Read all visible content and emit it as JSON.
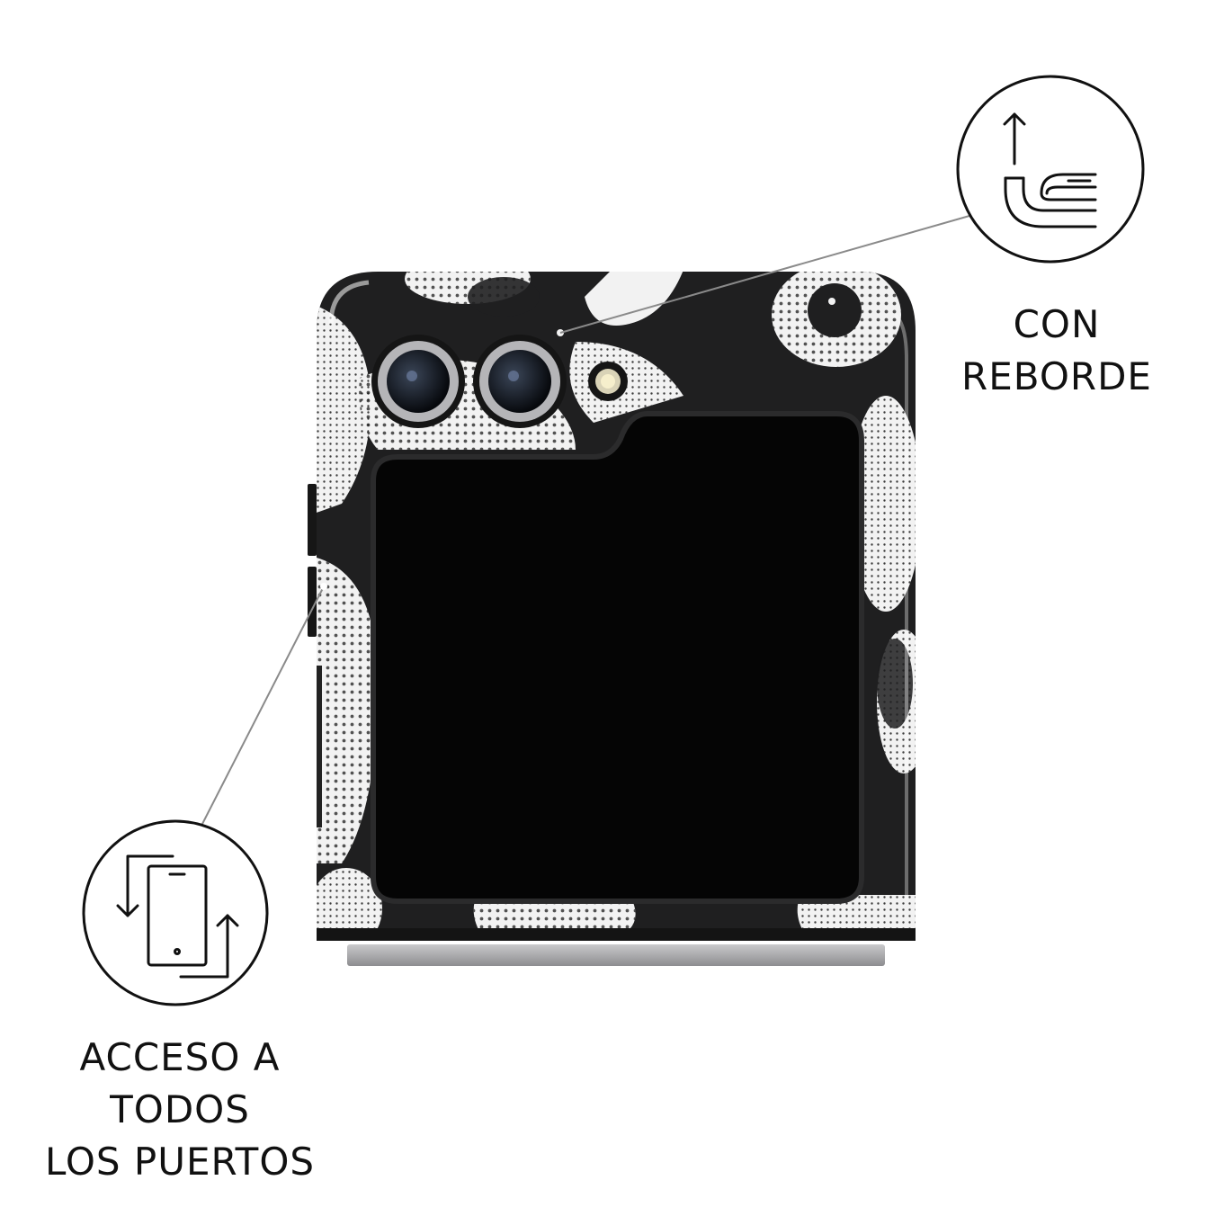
{
  "features": {
    "lip": {
      "icon": "raised-lip-icon",
      "lines": [
        "CON",
        "REBORDE"
      ]
    },
    "ports": {
      "icon": "phone-rotate-icon",
      "lines": [
        "ACCESO A",
        "TODOS",
        "LOS PUERTOS"
      ]
    }
  },
  "product": {
    "icon": "flip-phone-case",
    "pattern": "halftone-dots"
  },
  "colors": {
    "case": "#1f1f20",
    "pattern_light": "#f2f2f2",
    "screen": "#060606",
    "line": "#8a8a8a",
    "ink": "#111111"
  }
}
